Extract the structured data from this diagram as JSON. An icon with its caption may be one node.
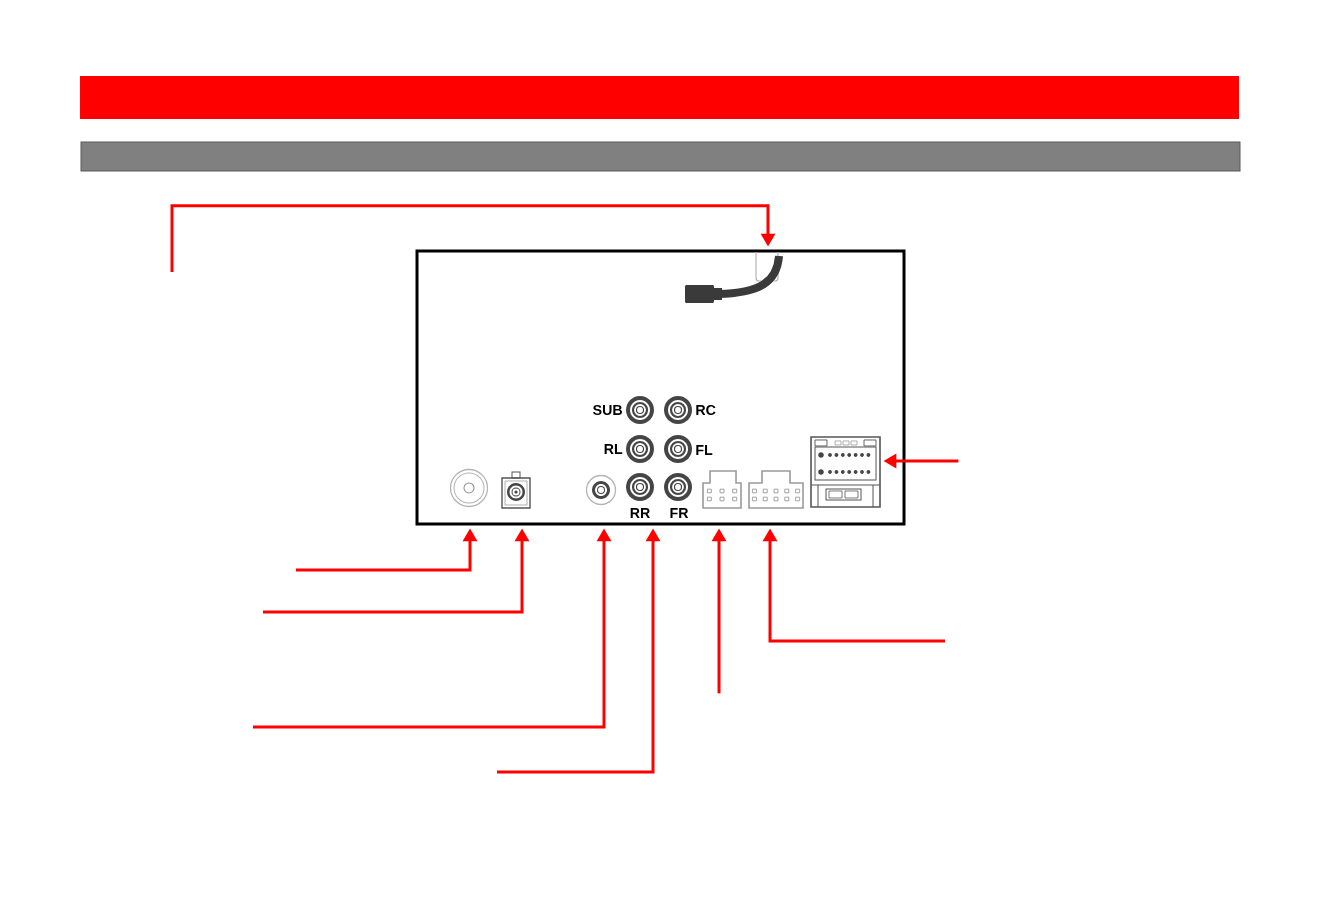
{
  "diagram": {
    "nodes": [
      {
        "text": [],
        "shape": "bar"
      },
      {
        "text": [],
        "shape": "bar"
      },
      {
        "text": [],
        "shape": "box"
      },
      {
        "text": [],
        "shape": "picture",
        "in": 2
      },
      {
        "text": [],
        "shape": "circle",
        "in": 2,
        "beside": [
          "SUB"
        ]
      },
      {
        "text": [],
        "shape": "circle",
        "in": 2,
        "beside": [
          "RC"
        ]
      },
      {
        "text": [],
        "shape": "circle",
        "in": 2,
        "beside": [
          "RL"
        ]
      },
      {
        "text": [],
        "shape": "circle",
        "in": 2,
        "beside": [
          "FL"
        ]
      },
      {
        "text": [],
        "shape": "circle",
        "in": 2
      },
      {
        "text": [],
        "shape": "picture",
        "in": 2
      },
      {
        "text": [],
        "shape": "circle",
        "in": 2
      },
      {
        "text": [],
        "shape": "circle",
        "in": 2,
        "beside": [
          "RR"
        ]
      },
      {
        "text": [],
        "shape": "circle",
        "in": 2,
        "beside": [
          "FR"
        ]
      },
      {
        "text": [],
        "shape": "box",
        "in": 2
      },
      {
        "text": [],
        "shape": "box",
        "in": 2
      },
      {
        "text": [],
        "shape": "picture",
        "in": 2
      }
    ],
    "edges": [
      {
        "from": null,
        "to": 3,
        "arrow": "to"
      },
      {
        "from": null,
        "to": 8,
        "arrow": "to"
      },
      {
        "from": null,
        "to": 9,
        "arrow": "to"
      },
      {
        "from": null,
        "to": 10,
        "arrow": "to"
      },
      {
        "from": null,
        "to": 11,
        "arrow": "to"
      },
      {
        "from": null,
        "to": 13,
        "arrow": "to"
      },
      {
        "from": null,
        "to": 14,
        "arrow": "to"
      },
      {
        "from": null,
        "to": 15,
        "arrow": "to"
      }
    ]
  }
}
